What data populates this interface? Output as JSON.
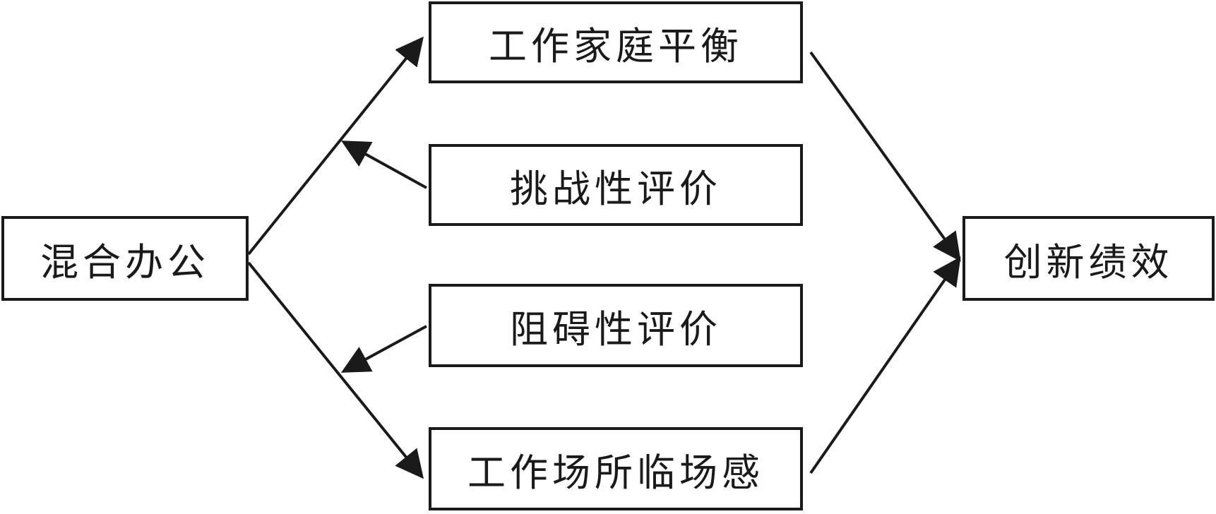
{
  "diagram": {
    "nodes": {
      "hybrid": "混合办公",
      "work_family_balance": "工作家庭平衡",
      "challenge_appraisal": "挑战性评价",
      "hindrance_appraisal": "阻碍性评价",
      "workplace_presence": "工作场所临场感",
      "innovation_performance": "创新绩效"
    },
    "edges": [
      {
        "from": "hybrid",
        "to": "work_family_balance"
      },
      {
        "from": "hybrid",
        "to": "workplace_presence"
      },
      {
        "from": "challenge_appraisal",
        "to": "edge:hybrid->work_family_balance"
      },
      {
        "from": "hindrance_appraisal",
        "to": "edge:hybrid->workplace_presence"
      },
      {
        "from": "work_family_balance",
        "to": "innovation_performance"
      },
      {
        "from": "workplace_presence",
        "to": "innovation_performance"
      }
    ],
    "line_color": "#1a1a1a"
  }
}
